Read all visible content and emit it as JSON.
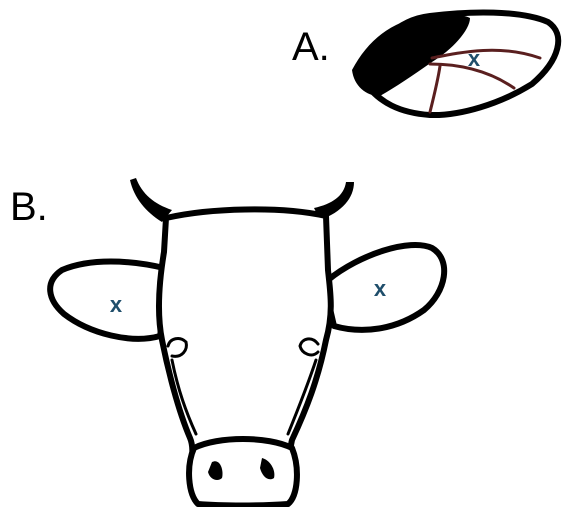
{
  "panels": {
    "a": {
      "label": "A.",
      "mark": "x"
    },
    "b": {
      "label": "B.",
      "left_ear_mark": "x",
      "right_ear_mark": "x"
    }
  },
  "colors": {
    "mark": "#1f4e6b",
    "vein": "#5a1f1f",
    "outline": "#000000",
    "background": "#ffffff"
  }
}
